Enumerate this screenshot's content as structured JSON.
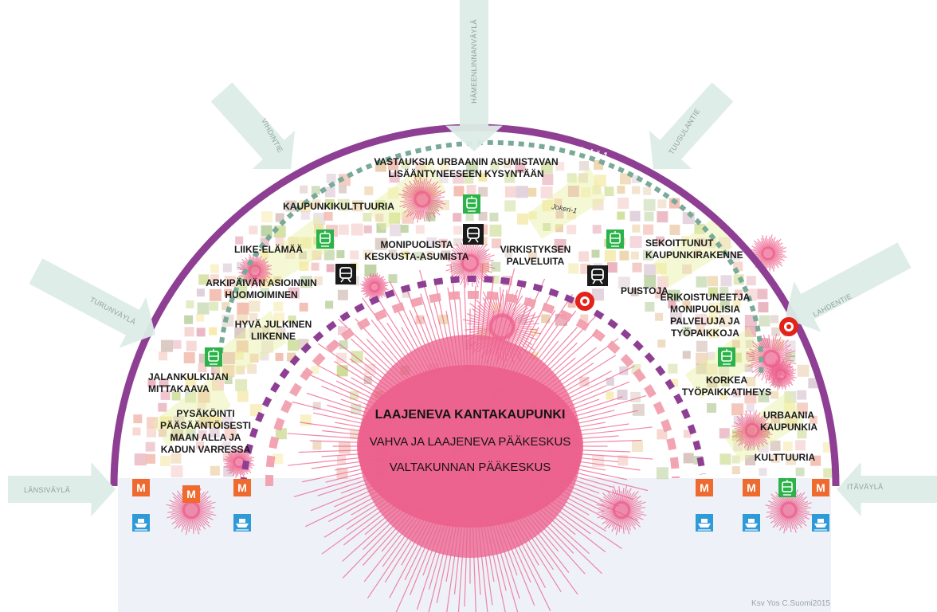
{
  "core": {
    "title": "LAAJENEVA KANTAKAUPUNKI",
    "line2": "VAHVA JA LAAJENEVA PÄÄKESKUS",
    "line3": "VALTAKUNNAN PÄÄKESKUS"
  },
  "ring_labels": {
    "keha": "kehä-1",
    "jokeri": "Jokeri-1"
  },
  "roads": {
    "hameenlinnanvayla": "HÄMEENLINNANVÄYLÄ",
    "vihdintie": "VIHDINTIE",
    "tuusulantie": "TUUSULANTIE",
    "turunvayla": "TURUNVÄYLÄ",
    "lahdentie": "LAHDENTIE",
    "lansivayla": "LÄNSIVÄYLÄ",
    "itavayla": "ITÄVÄYLÄ"
  },
  "labels": {
    "vastauksia": "VASTAUKSIA URBAANIN ASUMISTAVAN\nLISÄÄNTYNEESEEN KYSYNTÄÄN",
    "kaupunkikulttuuria": "KAUPUNKIKULTTUURIA",
    "liike": "LIIKE-ELÄMÄÄ",
    "monipuolista": "MONIPUOLISTA\nKESKUSTA-ASUMISTA",
    "virkistyksen": "VIRKISTYKSEN\nPALVELUITA",
    "sekoittunut": "SEKOITTUNUT\nKAUPUNKIRAKENNE",
    "arkipaivan": "ARKIPÄIVÄN ASIOINNIN\nHUOMIOIMINEN",
    "puistoja": "PUISTOJA",
    "erikoistuneet": "ERIKOISTUNEETJA\nMONIPUOLISIA\nPALVELUJA JA\nTYÖPAIKKOJA",
    "hyva": "HYVÄ JULKINEN\nLIIKENNE",
    "jalankulkijan": "JALANKULKIJAN\nMITTAKAAVA",
    "korkea": "KORKEA\nTYÖPAIKKATIHEYS",
    "pysakointi": "PYSÄKÖINTI\nPÄÄSÄÄNTÖISESTI\nMAAN ALLA JA\nKADUN VARRESSA",
    "urbaania": "URBAANIA\nKAUPUNKIA",
    "kulttuuria": "KULTTUURIA"
  },
  "icons": {
    "metro_letter": "M"
  },
  "credit": "Ksv Yos C.Suomi2015",
  "colors": {
    "ring": "#8e3f93",
    "core": "#ec5f8c",
    "metro": "#ee6a2e",
    "tram": "#2bb34a",
    "train": "#1a1a1a",
    "ferry": "#2e9ad8",
    "sea": "#eef2f8",
    "arrow": "#dcece6",
    "jokeri": "#79aa98"
  }
}
